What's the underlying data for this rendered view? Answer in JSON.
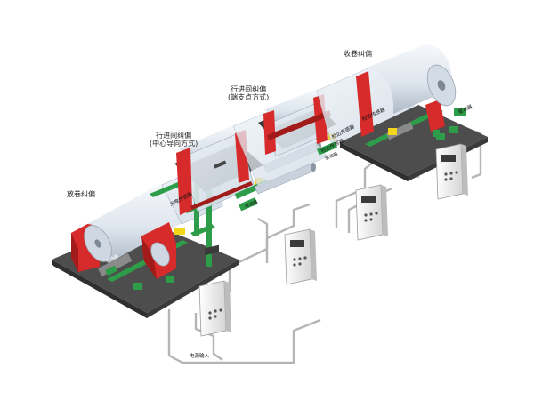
{
  "title": "",
  "colors": {
    "roll": "#dfe6ee",
    "roll_shade": "#b8c3cf",
    "frame": "#d72a2a",
    "frame_dark": "#a21b1b",
    "rail": "#2e9d49",
    "base": "#4d4d4d",
    "controller": "#e6e6e6",
    "sensor": "#f2d61a",
    "cable": "#b5b5b5"
  },
  "labels": {
    "unwind": "放卷纠偏",
    "intermediate_center": "行进间纠偏",
    "intermediate_center_sub": "(中心导向方式)",
    "intermediate_end": "行进间纠偏",
    "intermediate_end_sub": "(端支点方式)",
    "rewind": "收卷纠偏",
    "power_input": "电源输入",
    "photo_sensor": "光电传感器",
    "edge_sensor_1": "检边传感器",
    "edge_sensor_2": "检边传感器",
    "edge_sensor_3": "检边传感器",
    "driver_1": "驱动器",
    "driver_2": "驱动器",
    "driver_3": "驱动器",
    "driver_4": "驱动器"
  }
}
